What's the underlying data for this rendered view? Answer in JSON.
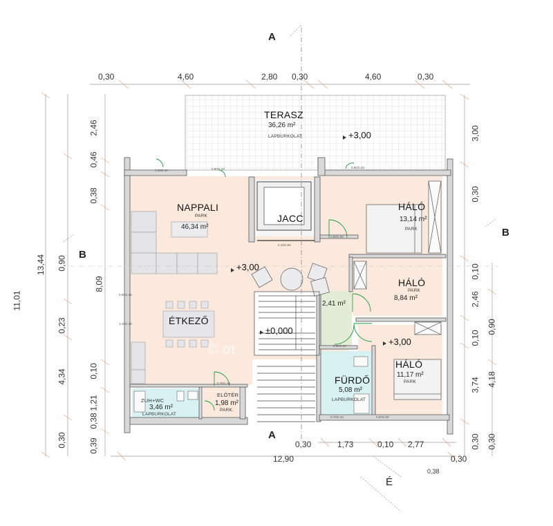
{
  "sections": {
    "top_a": "A",
    "bottom_a": "A",
    "left_b": "B",
    "right_b": "B"
  },
  "north": "É",
  "watermark": "© ot",
  "rooms": {
    "terasz": {
      "name": "TERASZ",
      "area": "36,26 m²",
      "floor": "LAPBURKOLAT"
    },
    "nappali": {
      "name": "NAPPALI",
      "area": "46,34 m²",
      "floor": "PARK"
    },
    "jacc": {
      "name": "JACC"
    },
    "halo1": {
      "name": "HÁLÓ",
      "area": "13,14 m²",
      "floor": "PARK"
    },
    "halo2": {
      "name": "HÁLÓ",
      "area": "8,84 m²",
      "floor": "PARK"
    },
    "halo3": {
      "name": "HÁLÓ",
      "area": "11,17 m²",
      "floor": "PARK"
    },
    "etkezo": {
      "name": "ÉTKEZŐ"
    },
    "furdo": {
      "name": "FÜRDŐ",
      "area": "5,08 m²",
      "floor": "LAPBURKOLAT"
    },
    "zuhwc": {
      "name": "ZUH+WC",
      "area": "3,46 m²",
      "floor": "LAPBURKOLAT"
    },
    "eloter": {
      "name": "ELŐTÉR",
      "area": "1,98 m²",
      "floor": "PARK."
    },
    "small_area": "2,41 m²"
  },
  "levels": {
    "terrace": "+3,00",
    "living": "+3,00",
    "stair": "±0,000",
    "bedroom": "+3,00"
  },
  "dims_top": [
    "0,30",
    "4,60",
    "2,80",
    "0,30",
    "4,60",
    "0,30"
  ],
  "dims_bottom": {
    "a": "0,30",
    "b": "1,73",
    "c": "0,10",
    "d": "2,77",
    "total": "12,90",
    "e": "0,30",
    "f": "0,38"
  },
  "dims_left_outer": [
    "13,44",
    "11,01"
  ],
  "dims_left_inner": [
    "2,46",
    "0,46",
    "0,38",
    "0,90",
    "0,23",
    "4,34",
    "1,21",
    "0,38",
    "0,30",
    "0,39",
    "8,09",
    "0,10"
  ],
  "dims_right": [
    "3,00",
    "0,30",
    "0,10",
    "2,46",
    "0,90",
    "0,10",
    "3,74",
    "4,18",
    "0,30",
    "0,30"
  ],
  "tiny_labels": [
    "2.10/1.53",
    "0.80/2.00",
    "1.10/2.10",
    "0.80/2.10",
    "0.80/2.10",
    "0.80/2.10",
    "0.75/2.10",
    "0.80/2.00",
    "0.75/2.10",
    "0.90/2.10",
    "1.10/2.10"
  ]
}
